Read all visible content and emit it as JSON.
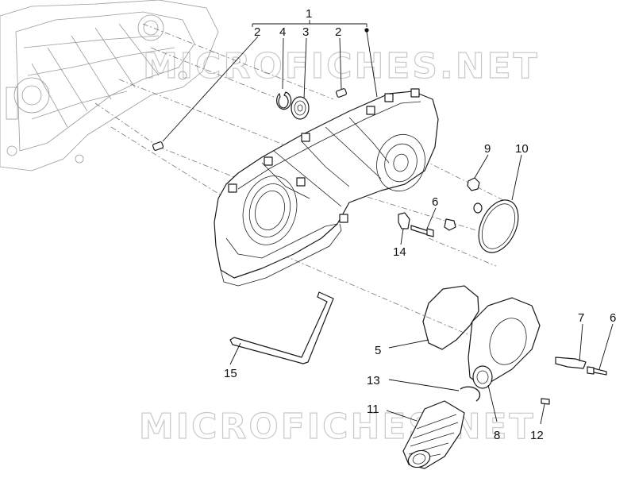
{
  "watermark": {
    "top": "MICROFICHES.NET",
    "bottom": "MICROFICHES.NET"
  },
  "callouts": {
    "c1": "1",
    "c2a": "2",
    "c4": "4",
    "c3": "3",
    "c2b": "2",
    "c9": "9",
    "c10": "10",
    "c6a": "6",
    "c14": "14",
    "c5": "5",
    "c7": "7",
    "c6b": "6",
    "c15": "15",
    "c13": "13",
    "c11": "11",
    "c8": "8",
    "c12": "12"
  }
}
